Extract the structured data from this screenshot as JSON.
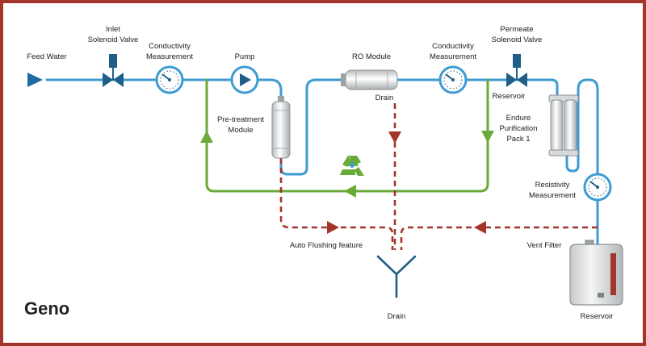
{
  "title": "Geno",
  "labels": {
    "feed_water": "Feed Water",
    "inlet_valve": [
      "Inlet",
      "Solenoid Valve"
    ],
    "conductivity_1": [
      "Conductivity",
      "Measurement"
    ],
    "pump": "Pump",
    "pretreatment": [
      "Pre-treatment",
      "Module"
    ],
    "ro_module": "RO Module",
    "drain_top": "Drain",
    "conductivity_2": [
      "Conductivity",
      "Measurement"
    ],
    "permeate_valve": [
      "Permeate",
      "Solenoid Valve"
    ],
    "reservoir_top": "Reservoir",
    "endure_pack": [
      "Endure",
      "Purification",
      "Pack 1"
    ],
    "resistivity": [
      "Resistivity",
      "Measurement"
    ],
    "auto_flushing": "Auto Flushing feature",
    "vent_filter": "Vent Filter",
    "drain_bottom": "Drain",
    "reservoir_bottom": "Reservoir"
  },
  "colors": {
    "pipe_blue": "#3d9bd2",
    "recycle_green": "#6aaa3a",
    "drain_red": "#a4352a",
    "frame": "#a4352a",
    "valve_navy": "#1f5f86"
  },
  "icons": [
    "recycle-icon",
    "gauge-icon",
    "pump-icon",
    "valve-icon",
    "cartridge-icon",
    "tank-icon"
  ]
}
